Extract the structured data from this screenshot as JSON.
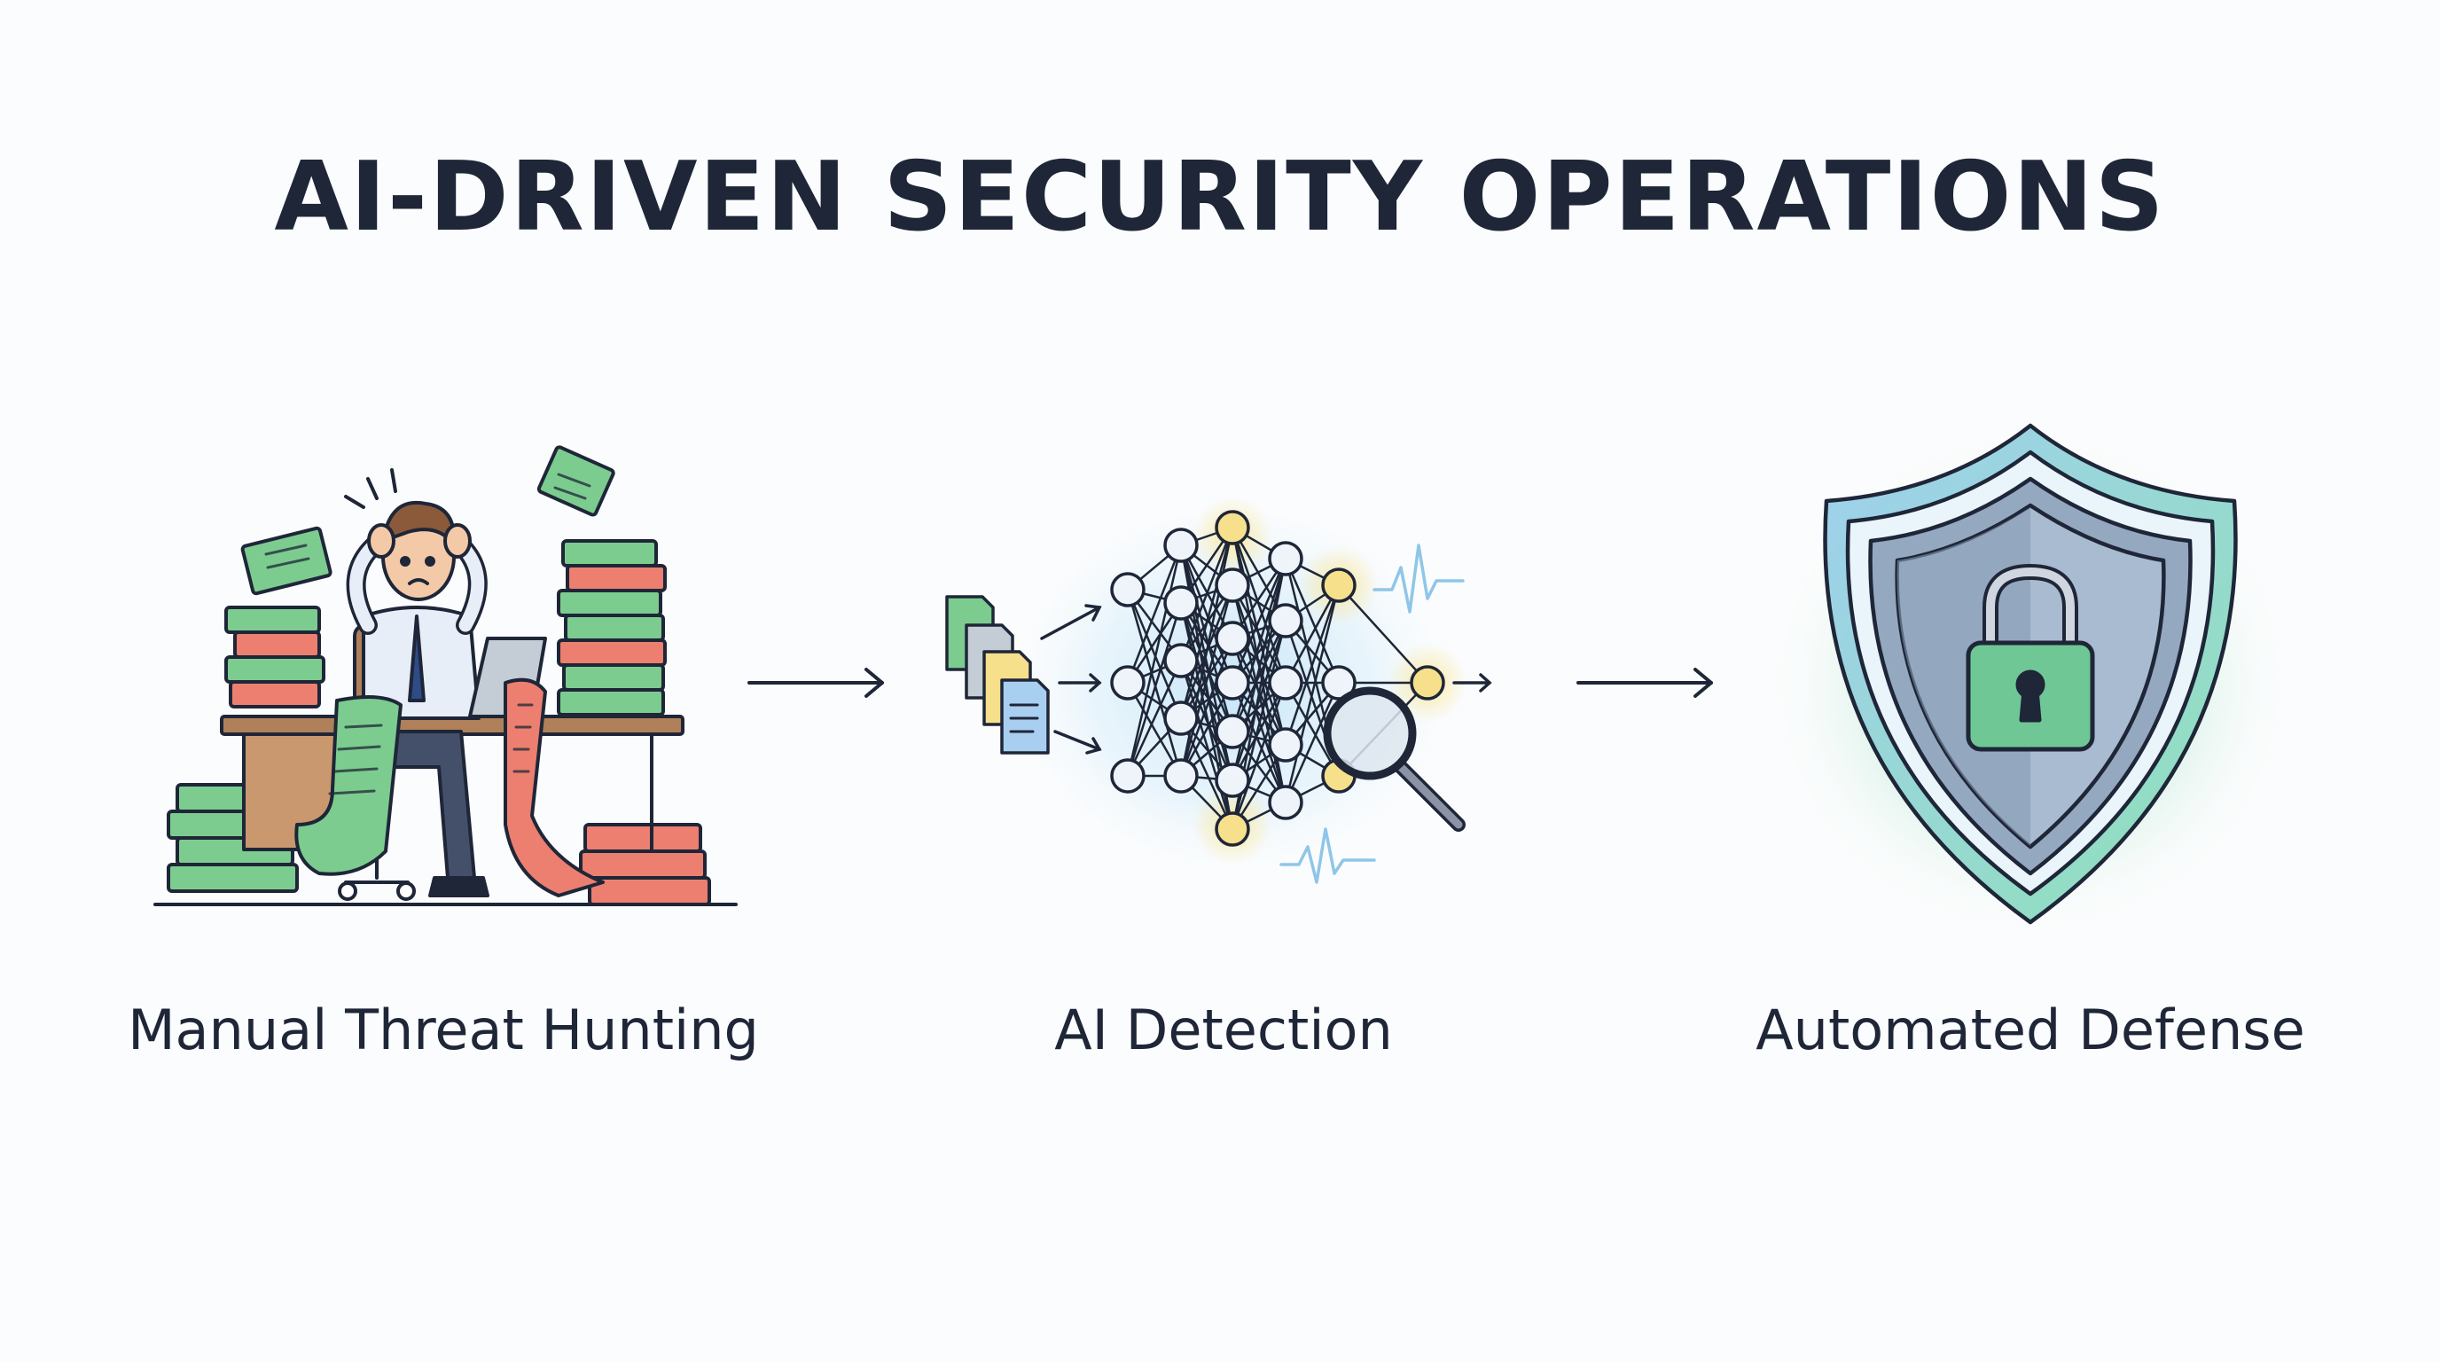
{
  "title": "AI-DRIVEN SECURITY OPERATIONS",
  "stages": [
    {
      "label": "Manual Threat Hunting",
      "icon": "stressed-analyst-illustration"
    },
    {
      "label": "AI Detection",
      "icon": "neural-network-illustration"
    },
    {
      "label": "Automated Defense",
      "icon": "shield-lock-illustration"
    }
  ],
  "colors": {
    "ink": "#1e2638",
    "green": "#7ccc8f",
    "red": "#ec7f6f",
    "yellow": "#f7e08c",
    "blue": "#a9cff0",
    "shield": "#93a6bd",
    "lock": "#6fc795"
  }
}
